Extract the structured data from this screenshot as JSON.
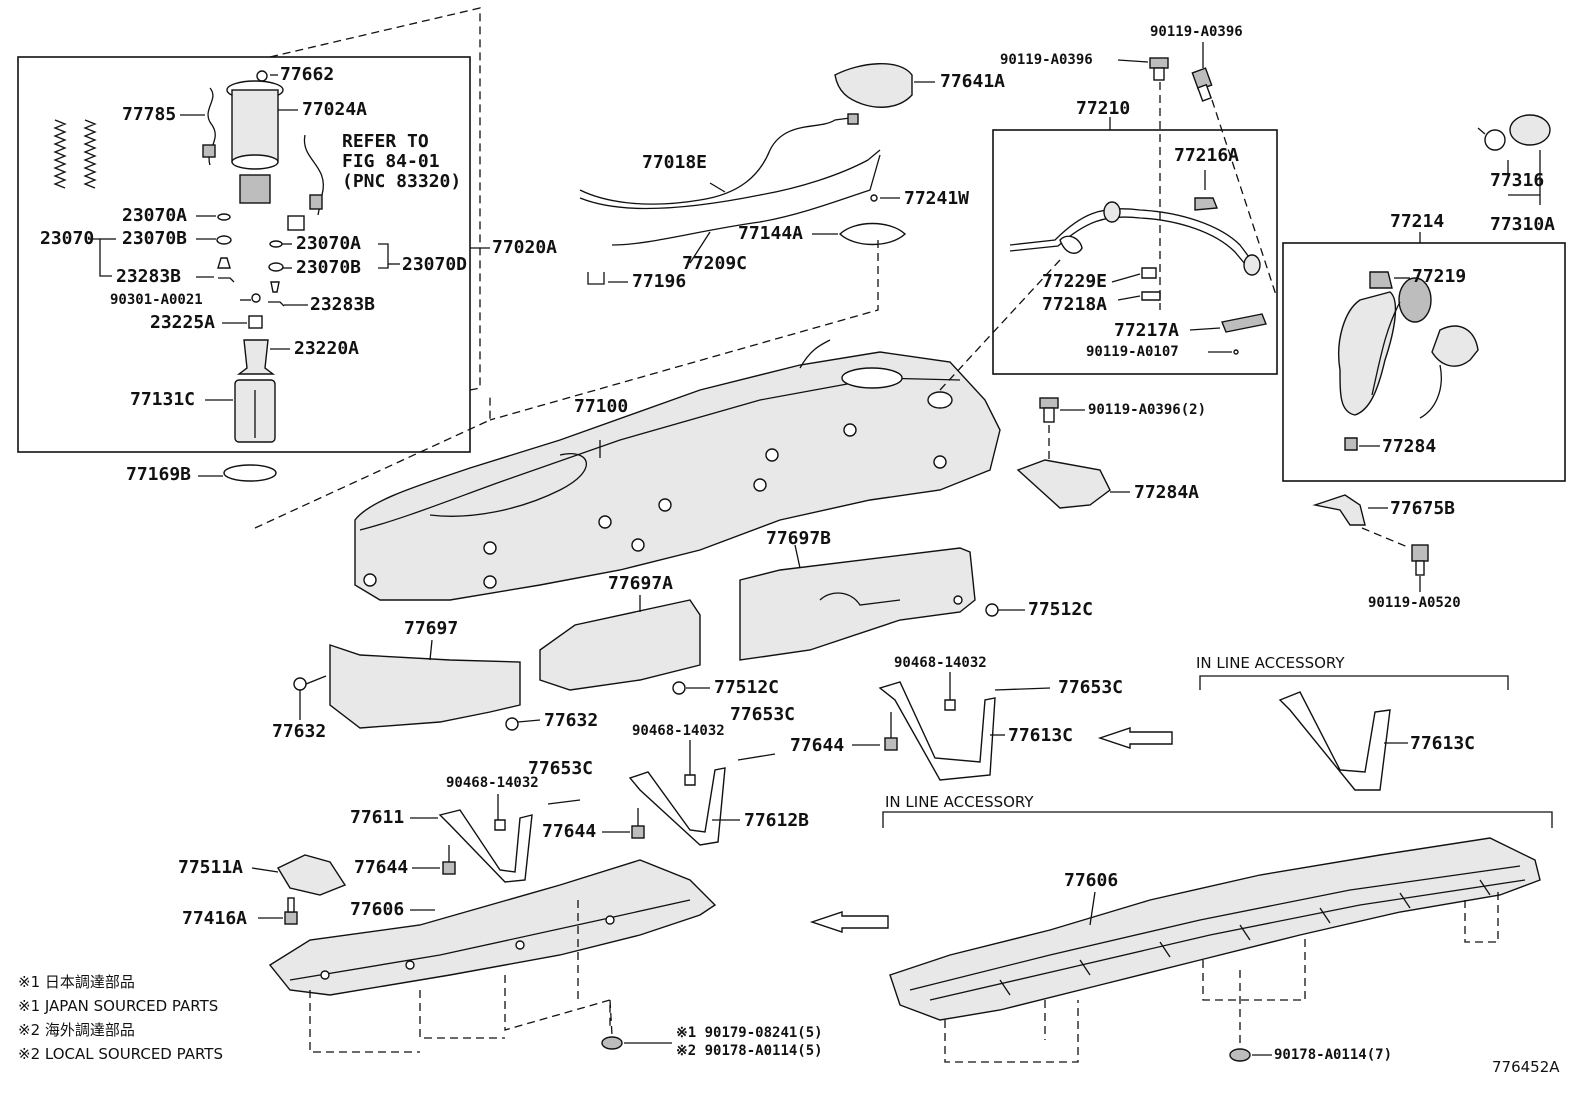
{
  "diagram_id": "776452A",
  "notes": {
    "n1": "※1 日本調達部品",
    "n2": "※1 JAPAN SOURCED PARTS",
    "n3": "※2 海外調達部品",
    "n4": "※2 LOCAL SOURCED PARTS"
  },
  "accessory_label": "IN LINE ACCESSORY",
  "refer": [
    "REFER TO",
    "FIG 84-01",
    "(PNC 83320)"
  ],
  "labels": {
    "p77662": "77662",
    "p77785": "77785",
    "p77024A": "77024A",
    "p23070A_1": "23070A",
    "p23070": "23070",
    "p23070B_1": "23070B",
    "p23070A_2": "23070A",
    "p23070B_2": "23070B",
    "p23070D": "23070D",
    "p23283B_1": "23283B",
    "p90301": "90301-A0021",
    "p23283B_2": "23283B",
    "p23225A": "23225A",
    "p23220A": "23220A",
    "p77131C": "77131C",
    "p77020A": "77020A",
    "p77169B": "77169B",
    "p77641A": "77641A",
    "p77018E": "77018E",
    "p77241W": "77241W",
    "p77144A": "77144A",
    "p77209C": "77209C",
    "p77196": "77196",
    "p77100": "77100",
    "p90119_a": "90119-A0396",
    "p90119_b": "90119-A0396",
    "p77210": "77210",
    "p77216A": "77216A",
    "p77229E": "77229E",
    "p77218A": "77218A",
    "p77217A": "77217A",
    "p90119_0107": "90119-A0107",
    "p77316": "77316",
    "p77310A": "77310A",
    "p77214": "77214",
    "p77219": "77219",
    "p77284": "77284",
    "p90119_2": "90119-A0396(2)",
    "p77284A": "77284A",
    "p77675B": "77675B",
    "p90119_0520": "90119-A0520",
    "p77697B": "77697B",
    "p77697A": "77697A",
    "p77697": "77697",
    "p77512C_1": "77512C",
    "p77512C_2": "77512C",
    "p77632_1": "77632",
    "p77632_2": "77632",
    "p90468_a": "90468-14032",
    "p77653C_a": "77653C",
    "p77644_a": "77644",
    "p77613C_a": "77613C",
    "p77613C_b": "77613C",
    "p90468_b": "90468-14032",
    "p77653C_b": "77653C",
    "p90468_c": "90468-14032",
    "p77653C_c": "77653C",
    "p77611": "77611",
    "p77644_b": "77644",
    "p77612B": "77612B",
    "p77644_c": "77644",
    "p77511A": "77511A",
    "p77416A": "77416A",
    "p77606_a": "77606",
    "p77606_b": "77606",
    "p90179": "※1 90179-08241(5)",
    "p90178_a": "※2 90178-A0114(5)",
    "p90178_b": "90178-A0114(7)"
  }
}
